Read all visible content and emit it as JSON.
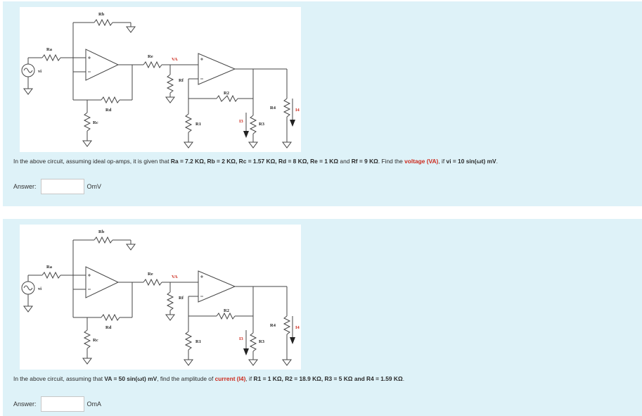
{
  "questions": [
    {
      "circuit_labels": {
        "rb": "Rb",
        "ra": "Ra",
        "re": "Re",
        "va": "VA",
        "rf": "Rf",
        "r2": "R2",
        "rd": "Rd",
        "rc": "Rc",
        "r1": "R1",
        "r3": "R3",
        "r4": "R4",
        "i3": "I3",
        "i4": "I4",
        "vi": "vi"
      },
      "text": {
        "part1": "In the above circuit, assuming ideal op-amps, it is given that ",
        "ra": "Ra = 7.2 KΩ, Rb = 2 KΩ, Rc = 1.57 KΩ, Rd = 8 KΩ, Re = 1 KΩ",
        "and": " and ",
        "rf": "Rf = 9 KΩ",
        "find": ". Find the ",
        "target": "voltage (VA)",
        "if": ", if ",
        "vi": "vi = 10 sin(ωt) mV",
        "end": "."
      },
      "answer_label": "Answer:",
      "answer_value": "",
      "unit": "OmV"
    },
    {
      "circuit_labels": {
        "rb": "Rb",
        "ra": "Ra",
        "re": "Re",
        "va": "VA",
        "rf": "Rf",
        "r2": "R2",
        "rd": "Rd",
        "rc": "Rc",
        "r1": "R1",
        "r3": "R3",
        "r4": "R4",
        "i3": "I3",
        "i4": "I4",
        "vi": "vi"
      },
      "text": {
        "part1": "In the above circuit, assuming that ",
        "va": "VA = 50 sin(ωt) mV",
        "find": ", find the amplitude of ",
        "target": "current (I4)",
        "if": ", if ",
        "values": "R1 = 1 KΩ, R2 = 18.9 KΩ, R3 = 5 KΩ and R4 = 1.59 KΩ",
        "end": "."
      },
      "answer_label": "Answer:",
      "answer_value": "",
      "unit": "OmA"
    }
  ],
  "colors": {
    "panel": "#def2f8",
    "highlight": "#cc2a1d"
  }
}
